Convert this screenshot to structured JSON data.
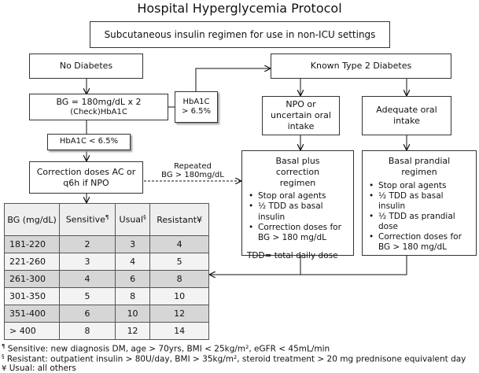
{
  "title": "Hospital Hyperglycemia Protocol",
  "boxes": {
    "subcutaneous": "Subcutaneous insulin regimen for use in non-ICU settings",
    "no_diabetes": "No Diabetes",
    "known_t2": "Known Type 2 Diabetes",
    "bg_check_1": "BG = 180mg/dL x 2",
    "bg_check_2": "(Check)HbA1C",
    "hba1c_high_1": "HbA1C",
    "hba1c_high_2": "> 6.5%",
    "hba1c_low": "HbA1C < 6.5%",
    "correction": "Correction doses AC or q6h if NPO",
    "npo": "NPO or uncertain oral intake",
    "adequate": "Adequate oral intake",
    "basal_plus": {
      "heading": "Basal plus correction regimen",
      "items": [
        "Stop oral agents",
        "½ TDD as basal insulin",
        "Correction doses for BG > 180 mg/dL"
      ],
      "note": "TDD= total daily dose"
    },
    "basal_prandial": {
      "heading": "Basal prandial regimen",
      "items": [
        "Stop oral agents",
        "½ TDD as basal insulin",
        "½ TDD as prandial dose",
        "Correction doses for BG > 180 mg/dL"
      ]
    }
  },
  "repeated_label_1": "Repeated",
  "repeated_label_2": "BG > 180mg/dL",
  "table": {
    "headers": [
      "BG (mg/dL)",
      "Sensitive",
      "Usual",
      "Resistant"
    ],
    "header_marks": [
      "",
      "¶",
      "§",
      "¥"
    ],
    "rows": [
      [
        "181-220",
        "2",
        "3",
        "4"
      ],
      [
        "221-260",
        "3",
        "4",
        "5"
      ],
      [
        "261-300",
        "4",
        "6",
        "8"
      ],
      [
        "301-350",
        "5",
        "8",
        "10"
      ],
      [
        "351-400",
        "6",
        "10",
        "12"
      ],
      [
        "> 400",
        "8",
        "12",
        "14"
      ]
    ]
  },
  "footnotes": [
    {
      "mark": "¶",
      "text": " Sensitive: new diagnosis DM, age > 70yrs, BMI < 25kg/m², eGFR < 45mL/min"
    },
    {
      "mark": "§",
      "text": " Resistant: outpatient insulin > 80U/day, BMI > 35kg/m², steroid treatment > 20 mg prednisone equivalent day"
    },
    {
      "mark": "¥",
      "text": " Usual: all others"
    }
  ]
}
